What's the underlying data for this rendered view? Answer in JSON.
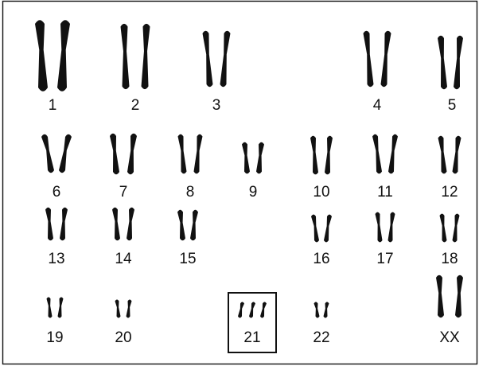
{
  "pairs": [
    {
      "label": "1"
    },
    {
      "label": "2"
    },
    {
      "label": "3"
    },
    {
      "label": "4"
    },
    {
      "label": "5"
    },
    {
      "label": "6"
    },
    {
      "label": "7"
    },
    {
      "label": "8"
    },
    {
      "label": "9"
    },
    {
      "label": "10"
    },
    {
      "label": "11"
    },
    {
      "label": "12"
    },
    {
      "label": "13"
    },
    {
      "label": "14"
    },
    {
      "label": "15"
    },
    {
      "label": "16"
    },
    {
      "label": "17"
    },
    {
      "label": "18"
    },
    {
      "label": "19"
    },
    {
      "label": "20"
    },
    {
      "label": "21",
      "copies": 3,
      "highlighted": true
    },
    {
      "label": "22"
    },
    {
      "label": "XX"
    }
  ],
  "colors": {
    "ink": "#111111",
    "background": "#ffffff"
  }
}
